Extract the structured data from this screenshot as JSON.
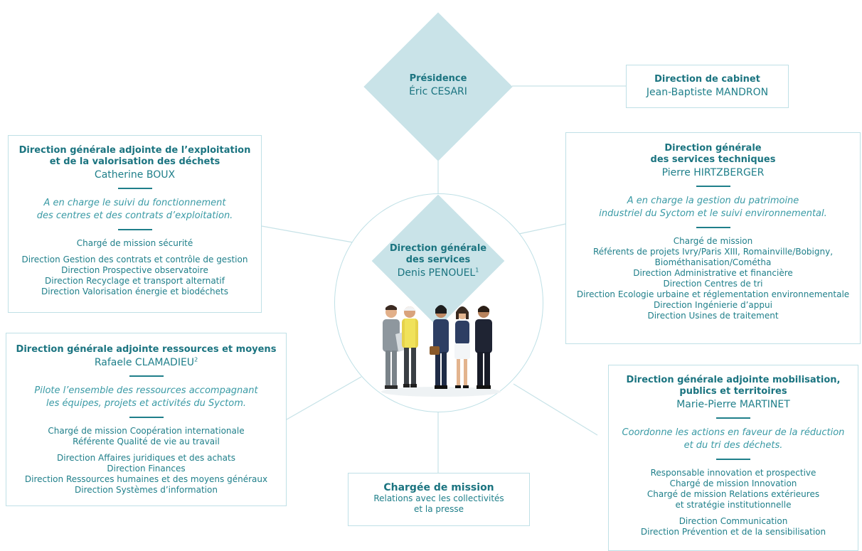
{
  "presidence": {
    "title": "Présidence",
    "name": "Éric CESARI"
  },
  "cabinet": {
    "title": "Direction de cabinet",
    "name": "Jean-Baptiste MANDRON"
  },
  "dgs": {
    "title_line1": "Direction générale",
    "title_line2": "des services",
    "name": "Denis PENOUEL",
    "footnote": "1"
  },
  "dga_exploitation": {
    "title_line1": "Direction générale adjointe de l’exploitation",
    "title_line2": "et de la valorisation des déchets",
    "name": "Catherine BOUX",
    "desc_line1": "A en charge le suivi du fonctionnement",
    "desc_line2": "des centres et des contrats d’exploitation.",
    "group1": [
      "Chargé de mission sécurité"
    ],
    "group2": [
      "Direction Gestion des contrats et contrôle de gestion",
      "Direction Prospective observatoire",
      "Direction Recyclage et transport alternatif",
      "Direction Valorisation énergie et biodéchets"
    ]
  },
  "dgst": {
    "title_line1": "Direction générale",
    "title_line2": "des services techniques",
    "name": "Pierre HIRTZBERGER",
    "desc_line1": "A en charge la gestion du patrimoine",
    "desc_line2": "industriel du Syctom et le suivi environnemental.",
    "items": [
      "Chargé de mission",
      "Référents de projets Ivry/Paris XIII, Romainville/Bobigny,",
      "Biométhanisation/Cométha",
      "Direction Administrative et financière",
      "Direction Centres de tri",
      "Direction Ecologie urbaine et réglementation environnementale",
      "Direction Ingénierie d’appui",
      "Direction Usines de traitement"
    ]
  },
  "dga_ressources": {
    "title": "Direction générale adjointe ressources et moyens",
    "name": "Rafaele CLAMADIEU",
    "footnote": "2",
    "desc_line1": "Pilote l’ensemble des ressources accompagnant",
    "desc_line2": "les équipes, projets et activités du Syctom.",
    "group1": [
      "Chargé de mission Coopération internationale",
      "Référente Qualité de vie au travail"
    ],
    "group2": [
      "Direction Affaires juridiques et des achats",
      "Direction Finances",
      "Direction Ressources humaines et des moyens généraux",
      "Direction Systèmes d’information"
    ]
  },
  "dga_mobilisation": {
    "title_line1": "Direction générale adjointe mobilisation,",
    "title_line2": "publics et territoires",
    "name": "Marie-Pierre MARTINET",
    "desc_line1": "Coordonne les actions en faveur de la réduction",
    "desc_line2": "et du tri des déchets.",
    "group1": [
      "Responsable innovation et prospective",
      "Chargé de mission Innovation",
      "Chargé de mission Relations extérieures",
      "et stratégie institutionnelle"
    ],
    "group2": [
      "Direction Communication",
      "Direction Prévention et de la sensibilisation"
    ]
  },
  "chargee_mission": {
    "title": "Chargée de mission",
    "line1": "Relations avec les collectivités",
    "line2": "et la presse"
  }
}
